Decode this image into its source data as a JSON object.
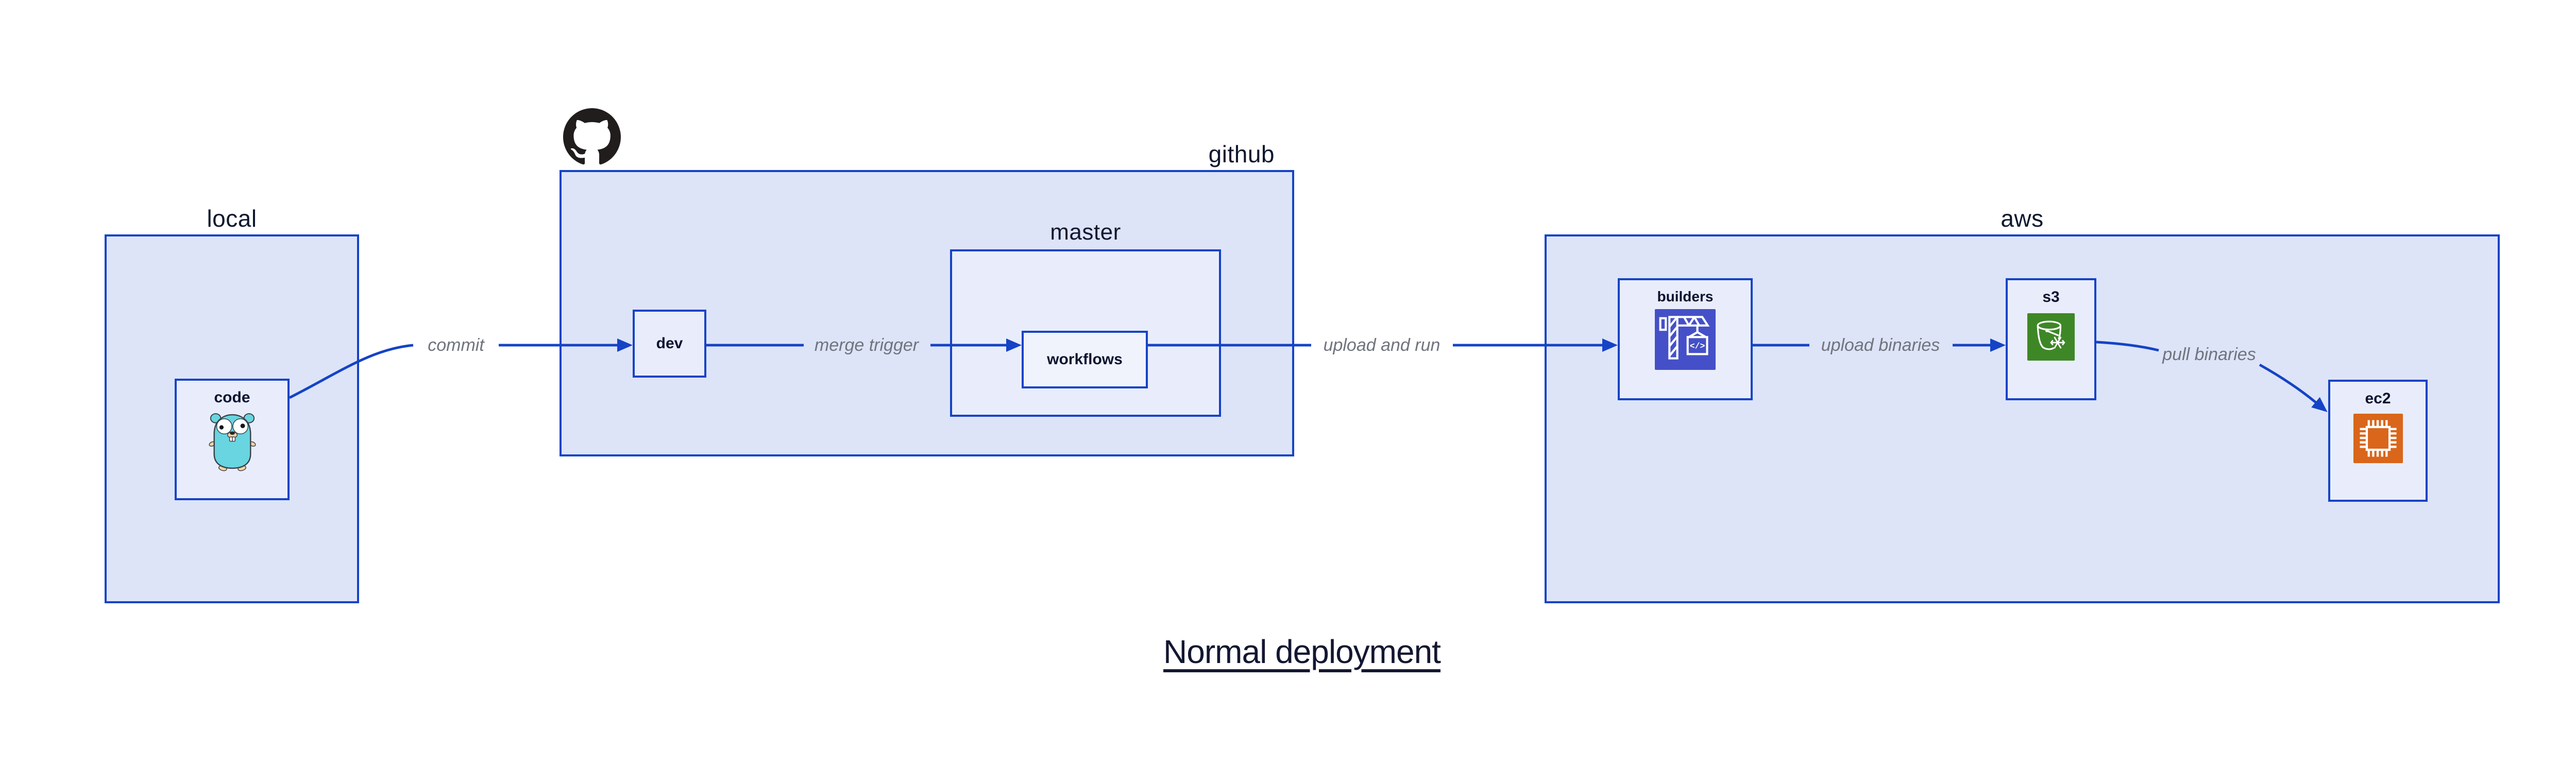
{
  "title": "Normal deployment",
  "groups": {
    "local": {
      "label": "local"
    },
    "github": {
      "label": "github"
    },
    "master": {
      "label": "master"
    },
    "aws": {
      "label": "aws"
    }
  },
  "nodes": {
    "code": {
      "label": "code"
    },
    "dev": {
      "label": "dev"
    },
    "workflows": {
      "label": "workflows"
    },
    "builders": {
      "label": "builders"
    },
    "s3": {
      "label": "s3"
    },
    "ec2": {
      "label": "ec2"
    }
  },
  "edges": {
    "commit": {
      "label": "commit"
    },
    "merge_trigger": {
      "label": "merge trigger"
    },
    "upload_and_run": {
      "label": "upload and run"
    },
    "upload_binaries": {
      "label": "upload binaries"
    },
    "pull_binaries": {
      "label": "pull binaries"
    }
  },
  "icons": {
    "github": "github-octocat",
    "code": "go-gopher",
    "builders": "aws-codebuild-crane",
    "s3": "aws-s3-glacier-bucket",
    "ec2": "aws-ec2-chip",
    "codebuild_glyph": "</>"
  },
  "colors": {
    "border_blue": "#1543c6",
    "group_fill": "#dde4f8",
    "node_fill": "#e9edfb",
    "edge_label_gray": "#70747e",
    "text_dark": "#10182f",
    "codebuild_purple": "#4550c8",
    "s3_green": "#3e8727",
    "ec2_orange": "#d9661a",
    "gopher_teal": "#68d5e0",
    "octocat_black": "#201d1c"
  }
}
